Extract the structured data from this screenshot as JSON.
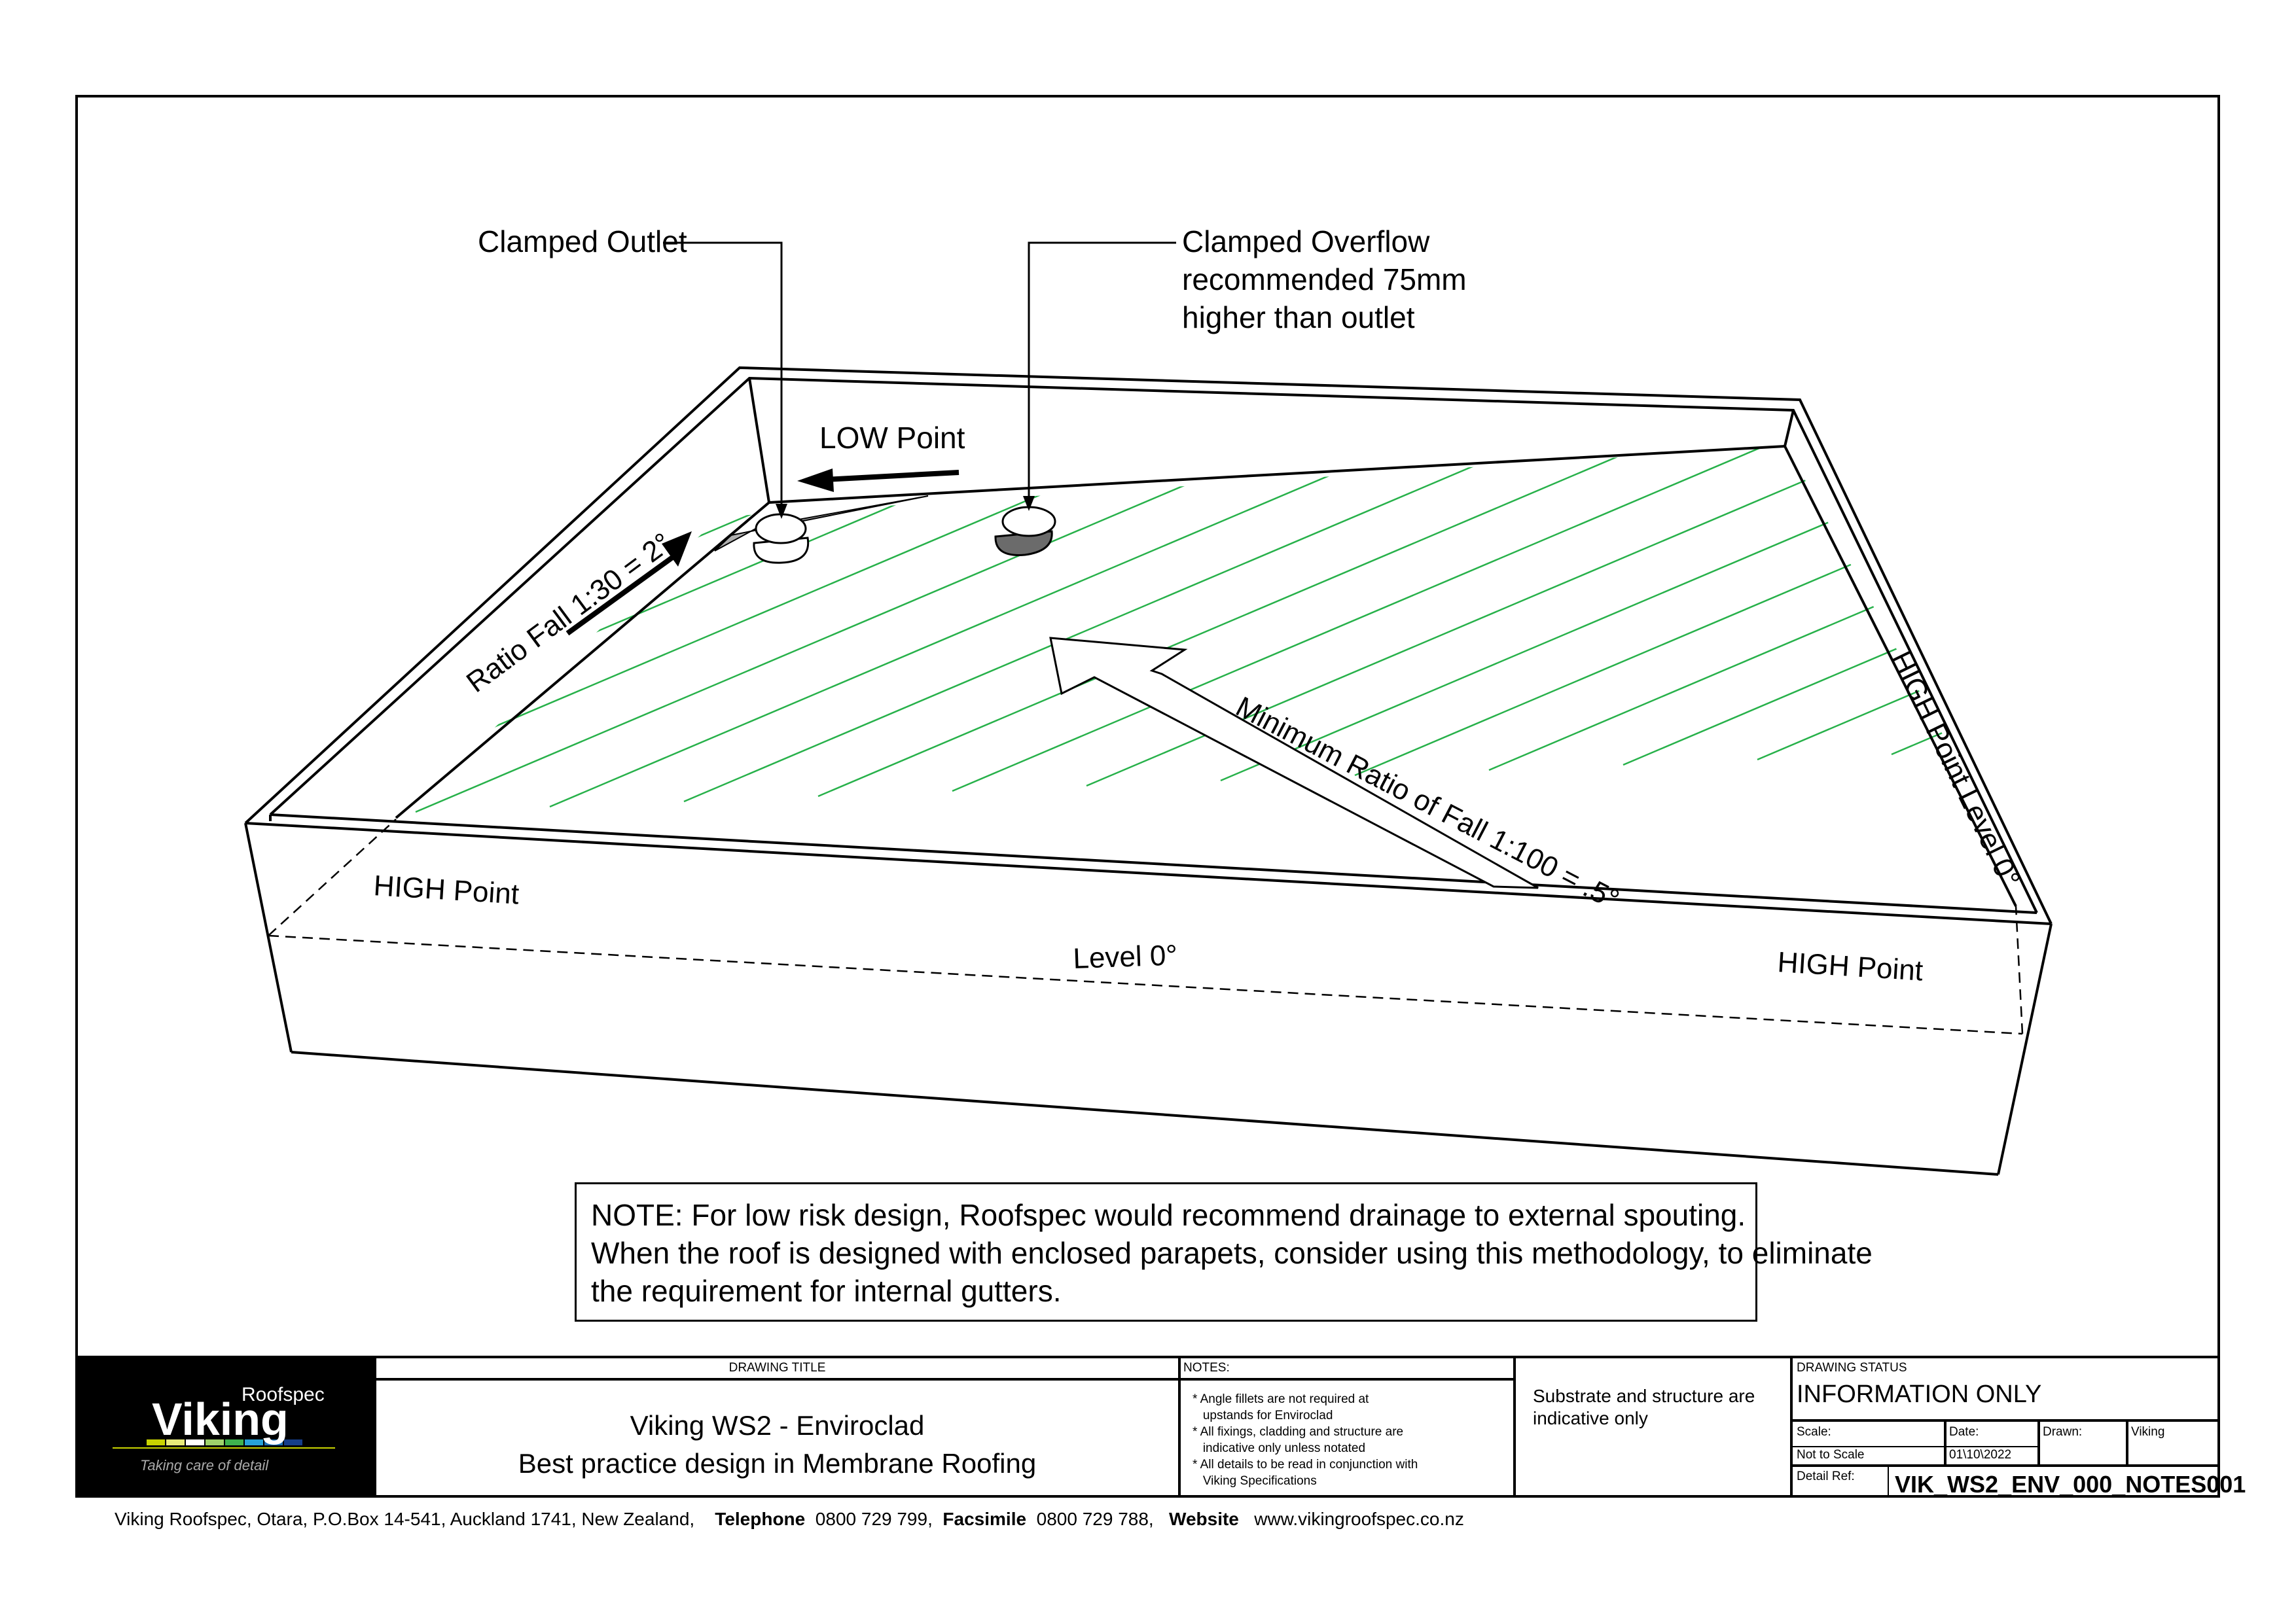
{
  "diagram": {
    "labels": {
      "clamped_outlet": "Clamped Outlet",
      "overflow_line1": "Clamped Overflow",
      "overflow_line2": "recommended 75mm",
      "overflow_line3": "higher than outlet",
      "low_point": "LOW Point",
      "ratio_fall": "Ratio Fall 1:30 = 2°",
      "min_ratio": "Minimum Ratio of Fall 1:100 = .5°",
      "high_point_level_right": "HIGH Point Level 0°",
      "high_point_left": "HIGH Point",
      "level": "Level 0°",
      "high_point_right": "HIGH Point"
    },
    "colors": {
      "fall_lines": "#27b14a",
      "outline": "#000000",
      "overflow_fill": "#6b6b6b",
      "low_area": "#b0b0b0",
      "arrow_side": "#9a9a9a"
    }
  },
  "note": {
    "line1": "NOTE: For low risk design, Roofspec would recommend drainage to external spouting.",
    "line2": "When the roof is designed with enclosed parapets, consider using this methodology, to eliminate",
    "line3": "the requirement for internal gutters."
  },
  "title_block": {
    "logo": {
      "brand": "Viking",
      "sub": "Roofspec",
      "tagline": "Taking care of detail",
      "stripe_colors": [
        "#c9d400",
        "#e8ec7a",
        "#ffffff",
        "#9fd36b",
        "#3fb34f",
        "#27a2d8",
        "#1b6fb5",
        "#153e8a"
      ]
    },
    "drawing_title_header": "DRAWING TITLE",
    "title_line1": "Viking WS2 - Enviroclad",
    "title_line2": "Best practice design in Membrane Roofing",
    "notes_header": "NOTES:",
    "notes": [
      "* Angle fillets are not required at",
      "   upstands for Enviroclad",
      "* All fixings, cladding and structure are",
      "   indicative only unless notated",
      "* All details to be read in conjunction with",
      "   Viking Specifications"
    ],
    "substrate_line1": "Substrate and structure are",
    "substrate_line2": "indicative only",
    "status_header": "DRAWING STATUS",
    "status": "INFORMATION ONLY",
    "scale_label": "Scale:",
    "scale_value": "Not to Scale",
    "date_label": "Date:",
    "date_value": "01\\10\\2022",
    "drawn_label": "Drawn:",
    "drawn_value": "Viking",
    "detail_ref_label": "Detail Ref:",
    "detail_ref": "VIK_WS2_ENV_000_NOTES001"
  },
  "footer": {
    "address": "Viking Roofspec, Otara, P.O.Box 14-541, Auckland 1741, New Zealand,",
    "telephone_label": "Telephone",
    "telephone": "0800 729 799,",
    "fax_label": "Facsimile",
    "fax": "0800 729 788,",
    "website_label": "Website",
    "website": "www.vikingroofspec.co.nz"
  }
}
